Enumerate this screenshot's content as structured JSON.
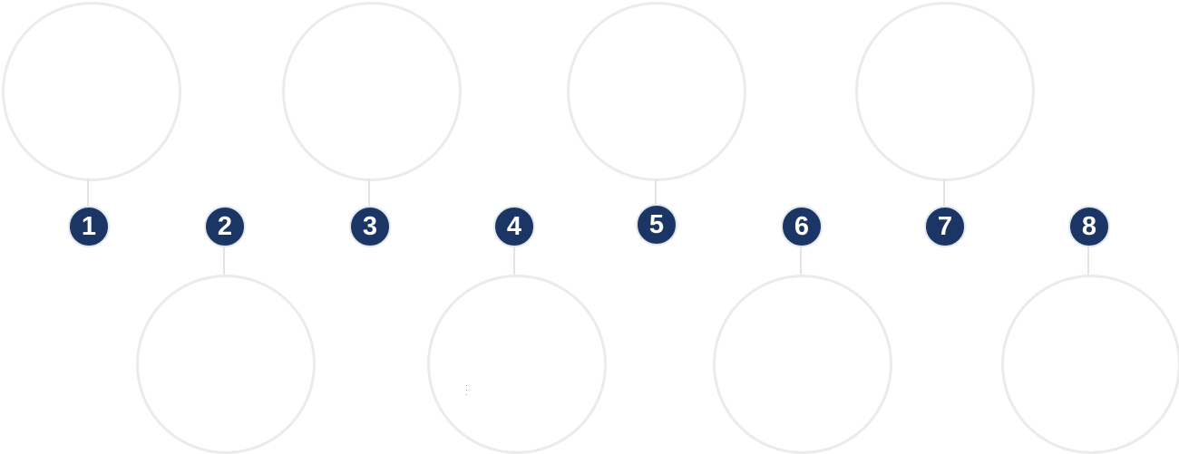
{
  "timeline": {
    "steps": [
      {
        "number": "1",
        "position": "top"
      },
      {
        "number": "2",
        "position": "bottom"
      },
      {
        "number": "3",
        "position": "top"
      },
      {
        "number": "4",
        "position": "bottom"
      },
      {
        "number": "5",
        "position": "top"
      },
      {
        "number": "6",
        "position": "bottom"
      },
      {
        "number": "7",
        "position": "top"
      },
      {
        "number": "8",
        "position": "bottom"
      }
    ],
    "colors": {
      "badge_fill": "#1b3564",
      "badge_text": "#ffffff",
      "ring_stroke": "#ebebeb",
      "connector": "#e4e4e4"
    }
  }
}
